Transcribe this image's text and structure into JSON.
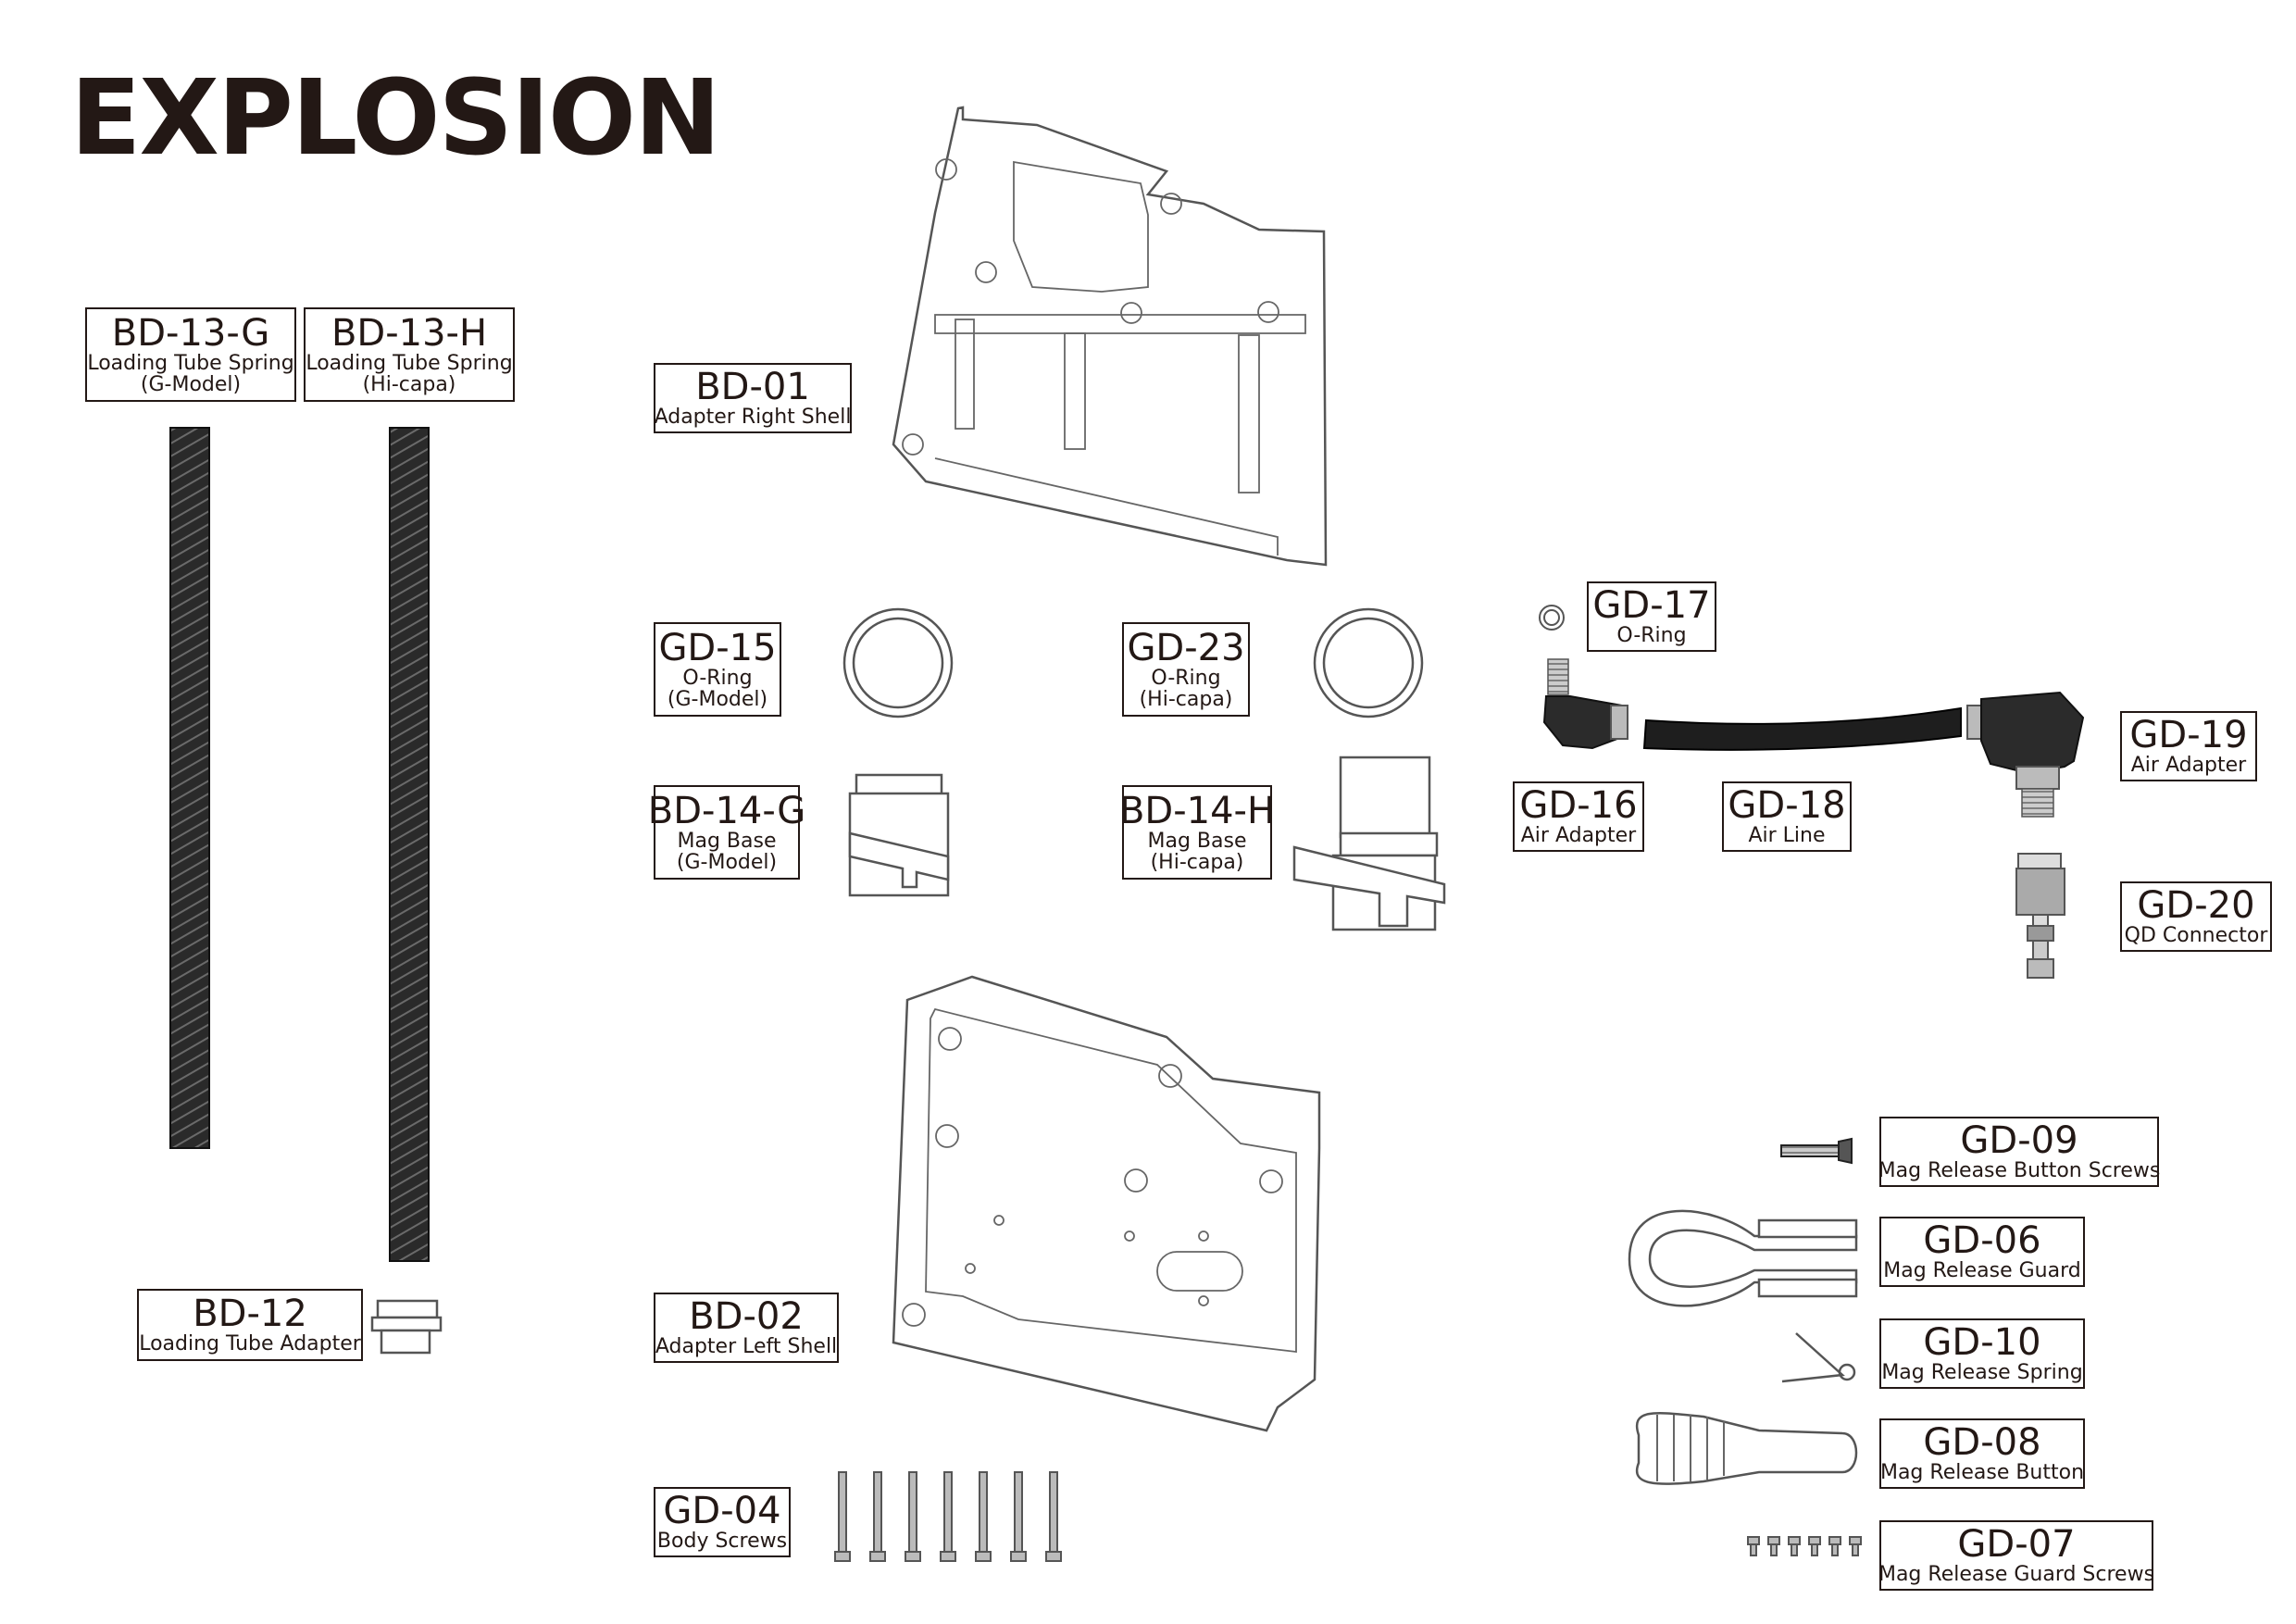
{
  "title": "EXPLOSION",
  "parts": {
    "bd13g": {
      "code": "BD-13-G",
      "name": "Loading Tube Spring",
      "sub": "(G-Model)"
    },
    "bd13h": {
      "code": "BD-13-H",
      "name": "Loading Tube Spring",
      "sub": "(Hi-capa)"
    },
    "bd12": {
      "code": "BD-12",
      "name": "Loading Tube Adapter"
    },
    "bd01": {
      "code": "BD-01",
      "name": "Adapter Right Shell"
    },
    "gd15": {
      "code": "GD-15",
      "name": "O-Ring",
      "sub": "(G-Model)"
    },
    "gd23": {
      "code": "GD-23",
      "name": "O-Ring",
      "sub": "(Hi-capa)"
    },
    "bd14g": {
      "code": "BD-14-G",
      "name": "Mag Base",
      "sub": "(G-Model)"
    },
    "bd14h": {
      "code": "BD-14-H",
      "name": "Mag Base",
      "sub": "(Hi-capa)"
    },
    "bd02": {
      "code": "BD-02",
      "name": "Adapter Left Shell"
    },
    "gd04": {
      "code": "GD-04",
      "name": "Body Screws"
    },
    "gd17": {
      "code": "GD-17",
      "name": "O-Ring"
    },
    "gd16": {
      "code": "GD-16",
      "name": "Air Adapter"
    },
    "gd18": {
      "code": "GD-18",
      "name": "Air Line"
    },
    "gd19": {
      "code": "GD-19",
      "name": "Air Adapter"
    },
    "gd20": {
      "code": "GD-20",
      "name": "QD Connector"
    },
    "gd09": {
      "code": "GD-09",
      "name": "Mag Release Button Screws"
    },
    "gd06": {
      "code": "GD-06",
      "name": "Mag Release Guard"
    },
    "gd10": {
      "code": "GD-10",
      "name": "Mag Release Spring"
    },
    "gd08": {
      "code": "GD-08",
      "name": "Mag Release Button"
    },
    "gd07": {
      "code": "GD-07",
      "name": "Mag Release Guard Screws"
    }
  }
}
